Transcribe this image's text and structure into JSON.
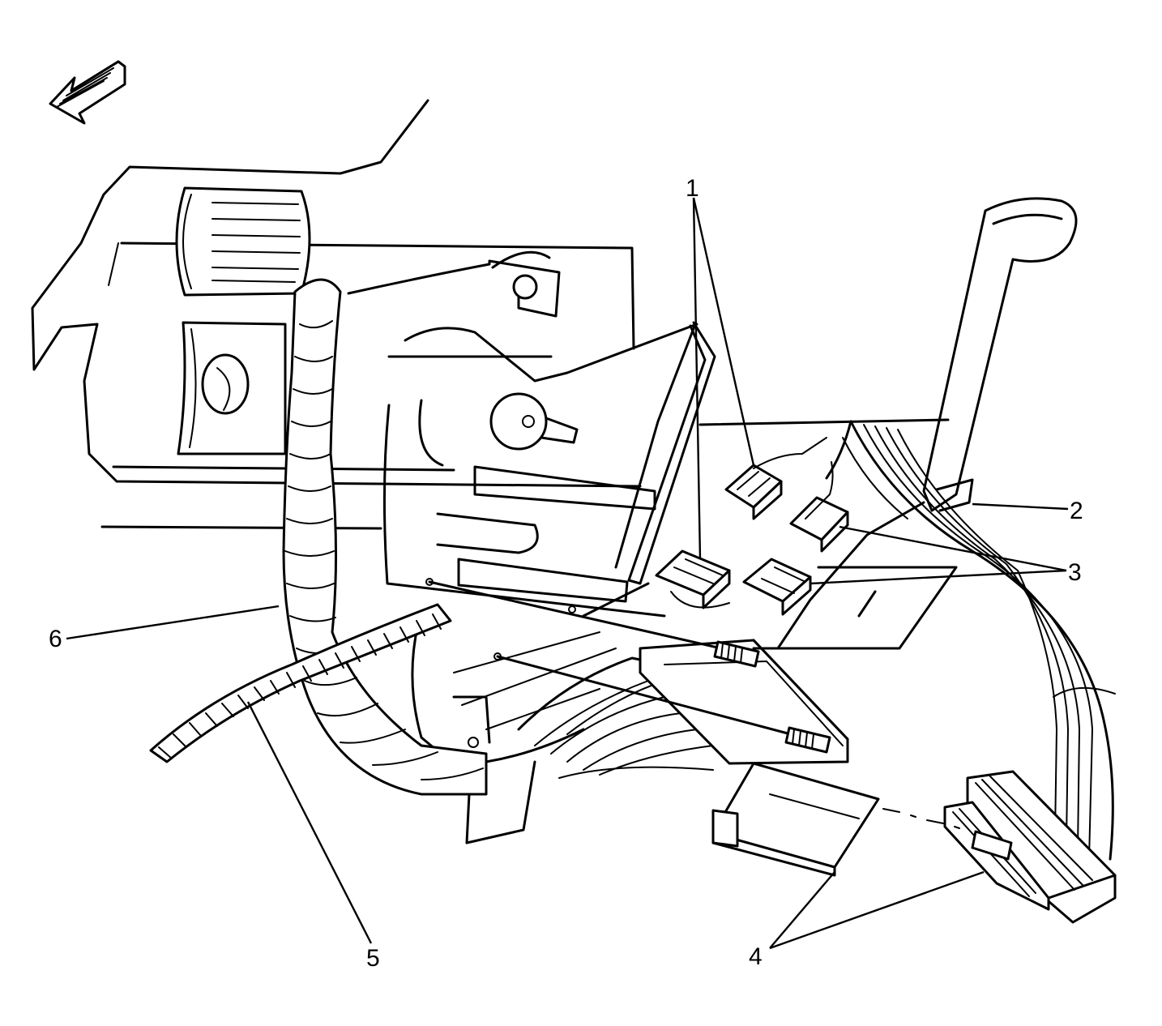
{
  "callouts": [
    {
      "id": "1",
      "label": "1"
    },
    {
      "id": "2",
      "label": "2"
    },
    {
      "id": "3",
      "label": "3"
    },
    {
      "id": "4",
      "label": "4"
    },
    {
      "id": "5",
      "label": "5"
    },
    {
      "id": "6",
      "label": "6"
    }
  ],
  "icons": {
    "direction_arrow": "forward-direction-arrow-icon"
  },
  "colors": {
    "ink": "#000000",
    "background": "#ffffff"
  }
}
